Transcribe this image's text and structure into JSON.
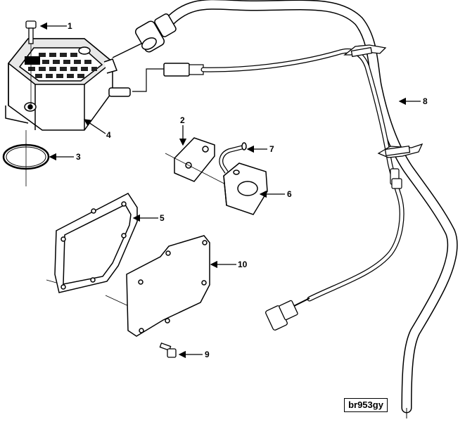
{
  "callouts": [
    {
      "id": "1",
      "label": "1"
    },
    {
      "id": "2",
      "label": "2"
    },
    {
      "id": "3",
      "label": "3"
    },
    {
      "id": "4",
      "label": "4"
    },
    {
      "id": "5",
      "label": "5"
    },
    {
      "id": "6",
      "label": "6"
    },
    {
      "id": "7",
      "label": "7"
    },
    {
      "id": "8",
      "label": "8"
    },
    {
      "id": "9",
      "label": "9"
    },
    {
      "id": "10",
      "label": "10"
    }
  ],
  "reference_code": "br953gy"
}
